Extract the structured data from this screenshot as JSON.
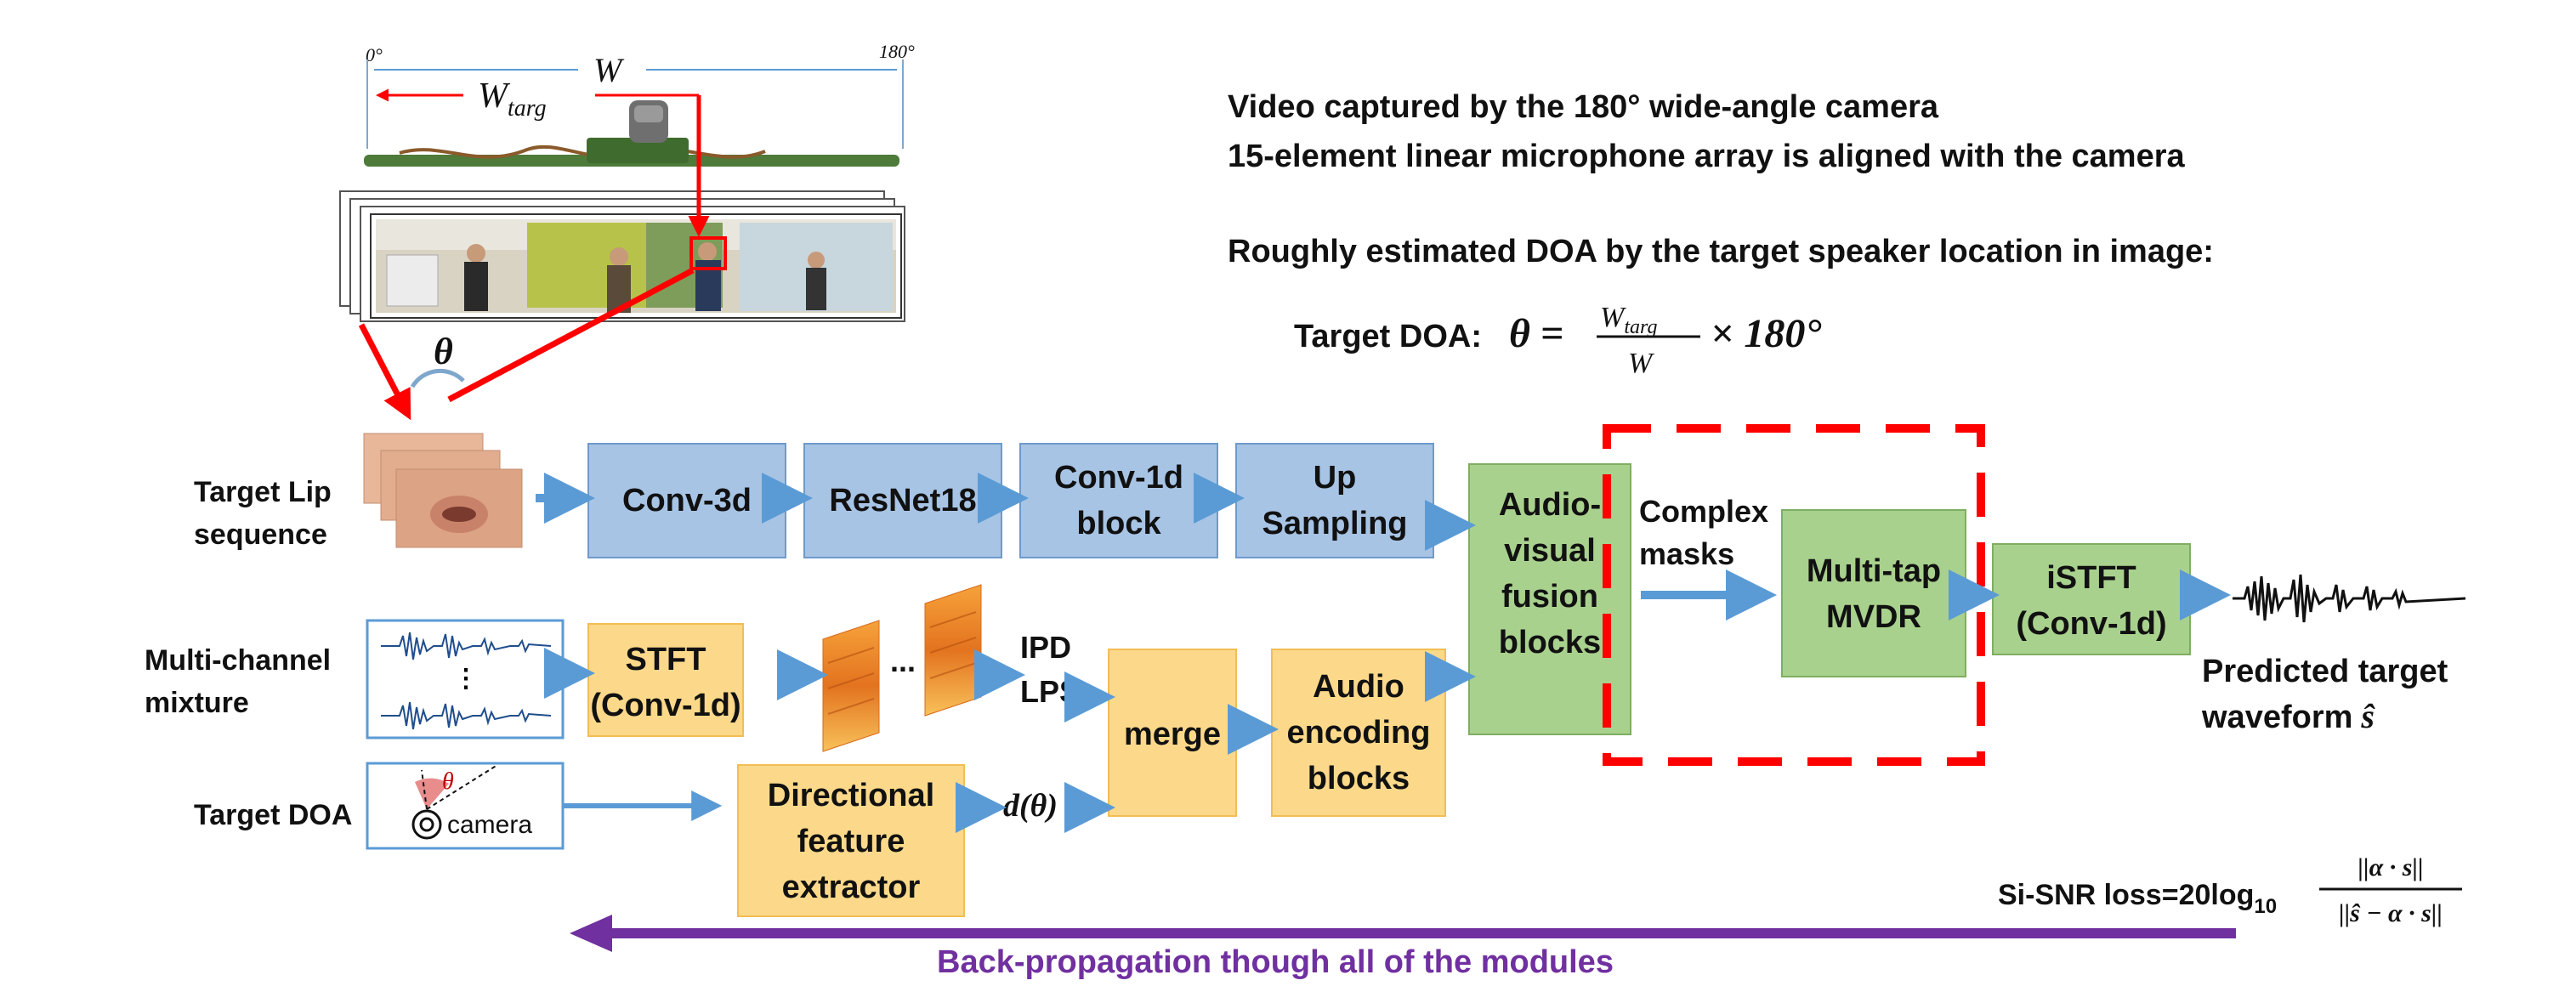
{
  "colors": {
    "blue_box": "#a7c4e5",
    "blue_border": "#6e9acb",
    "orange_box": "#fcd98a",
    "orange_border": "#f2bd55",
    "green_box": "#a9d18e",
    "green_border": "#7fae62",
    "arrow_blue": "#5b9bd5",
    "red": "#ff0000",
    "purple": "#7030a0"
  },
  "camera_panel": {
    "deg_left": "0°",
    "deg_right": "180°",
    "w_label": "W",
    "w_targ_label": "W",
    "w_targ_sub": "targ",
    "theta_label": "θ"
  },
  "notes": {
    "line1": "Video captured by the 180° wide-angle camera",
    "line2": "15-element linear microphone array is aligned with the camera",
    "line3": "Roughly estimated DOA by the target speaker location in image:",
    "doa_label": "Target DOA:",
    "doa_lhs": "θ =",
    "doa_num": "W",
    "doa_num_sub": "targ",
    "doa_den": "W",
    "doa_rhs": "× 180°"
  },
  "inputs": {
    "lip_line1": "Target Lip",
    "lip_line2": "sequence",
    "mix_line1": "Multi-channel",
    "mix_line2": "mixture",
    "doa": "Target DOA",
    "camera_text": "camera",
    "doa_theta": "θ"
  },
  "blocks": {
    "conv3d": "Conv-3d",
    "resnet": "ResNet18",
    "conv1d_l1": "Conv-1d",
    "conv1d_l2": "block",
    "up_l1": "Up",
    "up_l2": "Sampling",
    "stft_l1": "STFT",
    "stft_l2": "(Conv-1d)",
    "ellipsis": "...",
    "ipd": "IPD",
    "lps": "LPS",
    "merge": "merge",
    "audio_enc_l1": "Audio",
    "audio_enc_l2": "encoding",
    "audio_enc_l3": "blocks",
    "dir_l1": "Directional",
    "dir_l2": "feature",
    "dir_l3": "extractor",
    "d_theta": "d(θ)",
    "av_l1": "Audio-",
    "av_l2": "visual",
    "av_l3": "fusion",
    "av_l4": "blocks",
    "cm_l1": "Complex",
    "cm_l2": "masks",
    "mvdr_l1": "Multi-tap",
    "mvdr_l2": "MVDR",
    "istft_l1": "iSTFT",
    "istft_l2": "(Conv-1d)"
  },
  "output": {
    "line1": "Predicted target",
    "line2": "waveform",
    "s_hat": "ŝ"
  },
  "loss": {
    "label": "Si-SNR loss=20log",
    "sub": "10",
    "num": "||α · s||",
    "den": "||ŝ − α · s||"
  },
  "backprop": "Back-propagation though all of the modules"
}
